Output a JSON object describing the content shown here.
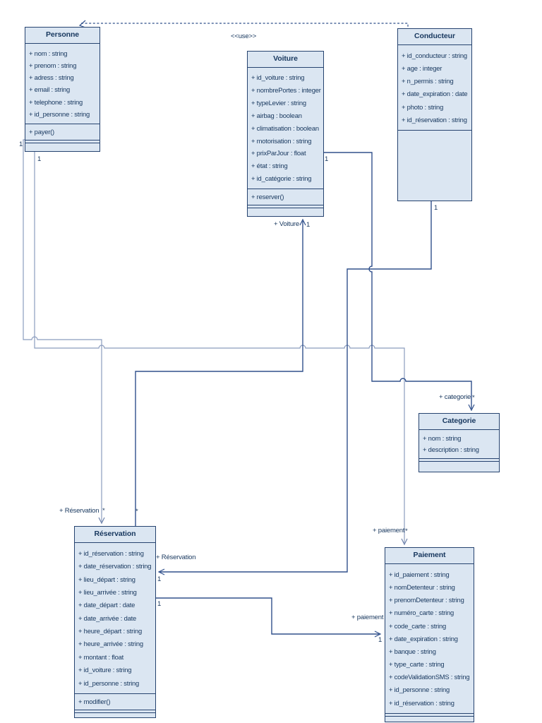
{
  "diagram": {
    "title": "UML class diagram - car rental",
    "colors": {
      "box_fill": "#dbe6f2",
      "box_border": "#26436f",
      "text": "#17375e",
      "line_dark": "#30508c",
      "line_light": "#8b9cbe",
      "background": "#ffffff"
    },
    "classes": {
      "personne": {
        "name": "Personne",
        "attributes": [
          "+ nom : string",
          "+ prenom : string",
          "+ adress : string",
          "+ email : string",
          "+ telephone : string",
          "+ id_personne : string"
        ],
        "operations": [
          "+ payer()"
        ]
      },
      "voiture": {
        "name": "Voiture",
        "attributes": [
          "+ id_voiture : string",
          "+ nombrePortes : integer",
          "+ typeLevier : string",
          "+ airbag  : boolean",
          "+ climatisation  : boolean",
          "+ motorisation : string",
          "+ prixParJour  : float",
          "+ état  : string",
          "+ id_catégorie : string"
        ],
        "operations": [
          "+ reserver()"
        ]
      },
      "conducteur": {
        "name": "Conducteur",
        "attributes": [
          "+ id_conducteur  : string",
          "+ age  : integer",
          "+ n_permis : string",
          "+ date_expiration : date",
          "+ photo : string",
          "+ id_réservation  : string"
        ],
        "operations": []
      },
      "categorie": {
        "name": "Categorie",
        "attributes": [
          "+ nom : string",
          "+ description : string"
        ],
        "operations": []
      },
      "reservation": {
        "name": "Réservation",
        "attributes": [
          "+ id_réservation : string",
          "+ date_réservation : string",
          "+ lieu_départ : string",
          "+ lieu_arrivée : string",
          "+ date_départ : date",
          "+ date_arrivée : date",
          "+ heure_départ : string",
          "+ heure_arrivée : string",
          "+ montant  : float",
          "+ id_voiture : string",
          "+ id_personne : string"
        ],
        "operations": [
          "+ modifier()"
        ]
      },
      "paiement": {
        "name": "Paiement",
        "attributes": [
          "+ id_paiement : string",
          "+ nomDetenteur : string",
          "+ prenomDetenteur : string",
          "+ numéro_carte : string",
          "+ code_carte : string",
          "+ date_expiration  : string",
          "+ banque  : string",
          "+ type_carte : string",
          "+ codeValidationSMS : string",
          "+ id_personne : string",
          "+ id_réservation : string"
        ],
        "operations": []
      }
    },
    "labels": {
      "use_stereotype": "<<use>>",
      "personne_reservation_mult_personne": "1",
      "personne_paiement_mult_personne": "1",
      "reservation_role": "+ Réservation",
      "reservation_mult": "*",
      "reservation_voiture_mult_reservation": "*",
      "voiture_role": "+ Voiture",
      "voiture_mult": "1",
      "voiture_categorie_mult_voiture": "1",
      "conducteur_mult": "1",
      "categorie_role": "+ categorie",
      "categorie_mult": "*",
      "paiement_role": "+ paiement",
      "paiement_mult": "*",
      "conducteur_reservation_role": "+ Réservation",
      "conducteur_reservation_mult": "1",
      "reservation_paiement_mult_reservation": "1",
      "paiement_left_role": "+ paiement",
      "paiement_left_mult": "1"
    }
  }
}
